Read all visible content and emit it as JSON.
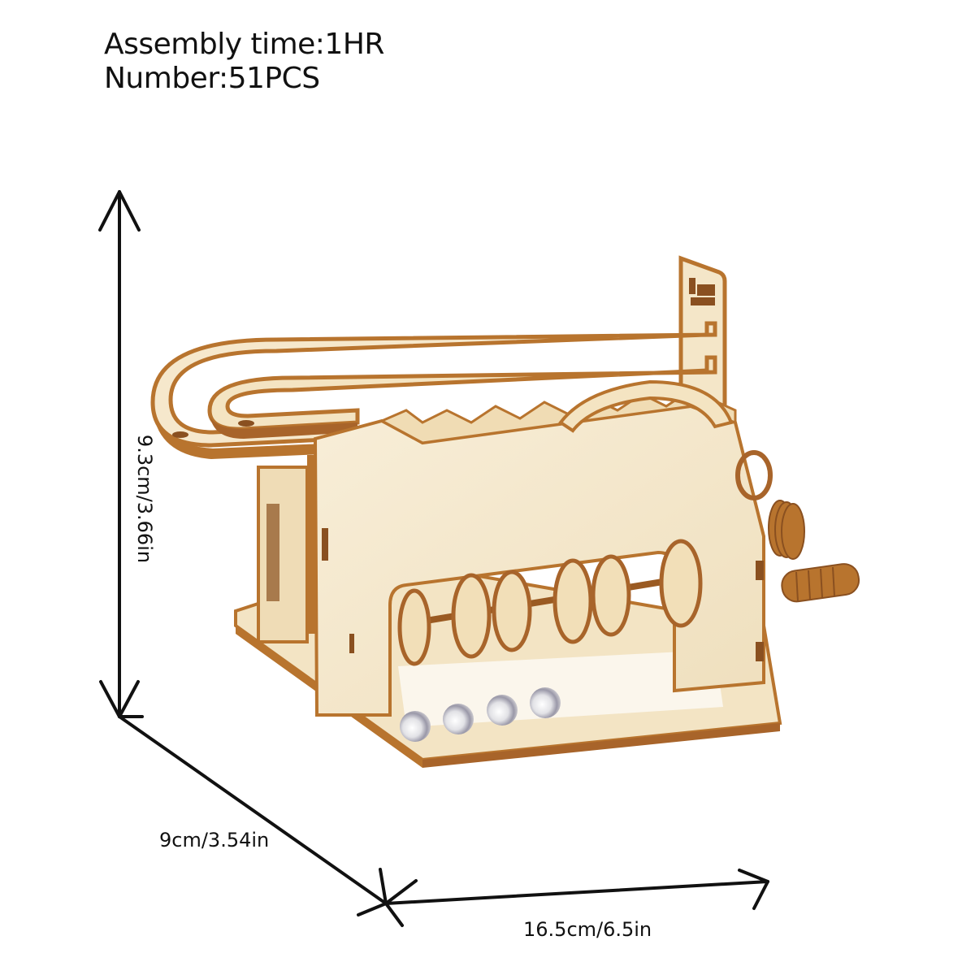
{
  "specs": {
    "assembly_time": "Assembly time:1HR",
    "number": "Number:51PCS"
  },
  "dimensions": {
    "height": "9.3cm/3.66in",
    "depth": "9cm/3.54in",
    "width": "16.5cm/6.5in"
  },
  "product": {
    "name": "wooden-marble-run-kit",
    "marbles_count": 4
  },
  "colors": {
    "wood_face": "#f4e6c8",
    "wood_light": "#f8eed8",
    "wood_edge": "#b8742e",
    "wood_dark": "#8a5020",
    "marble": "#d8d8dc",
    "line": "#111111"
  }
}
